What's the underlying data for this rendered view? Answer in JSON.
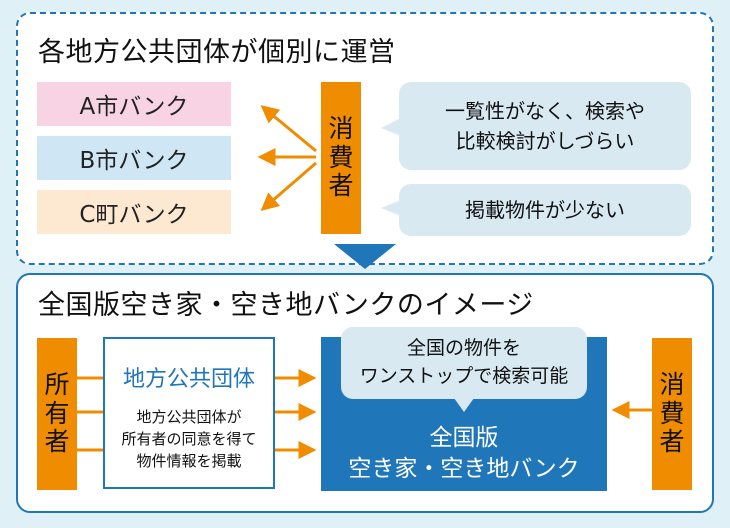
{
  "top_section": {
    "title": "各地方公共団体が個別に運営",
    "banks": [
      {
        "label": "A市バンク",
        "color": "#f7d3e3"
      },
      {
        "label": "B市バンク",
        "color": "#cfe7f5"
      },
      {
        "label": "C町バンク",
        "color": "#fde8d1"
      }
    ],
    "consumer_chars": [
      "消",
      "費",
      "者"
    ],
    "issues": [
      {
        "lines": [
          "一覧性がなく、検索や",
          "比較検討がしづらい"
        ]
      },
      {
        "lines": [
          "掲載物件が少ない"
        ]
      }
    ]
  },
  "bottom_section": {
    "title": "全国版空き家・空き地バンクのイメージ",
    "owner_chars": [
      "所",
      "有",
      "者"
    ],
    "local_gov": {
      "heading": "地方公共団体",
      "lines": [
        "地方公共団体が",
        "所有者の同意を得て",
        "物件情報を掲載"
      ]
    },
    "national_bank": {
      "bubble_lines": [
        "全国の物件を",
        "ワンストップで検索可能"
      ],
      "name_lines": [
        "全国版",
        "空き家・空き地バンク"
      ]
    },
    "consumer_chars": [
      "消",
      "費",
      "者"
    ]
  },
  "colors": {
    "accent_blue": "#1f76b8",
    "orange": "#f08c00",
    "background": "#dff0f7",
    "bubble": "#d8e9f2"
  }
}
